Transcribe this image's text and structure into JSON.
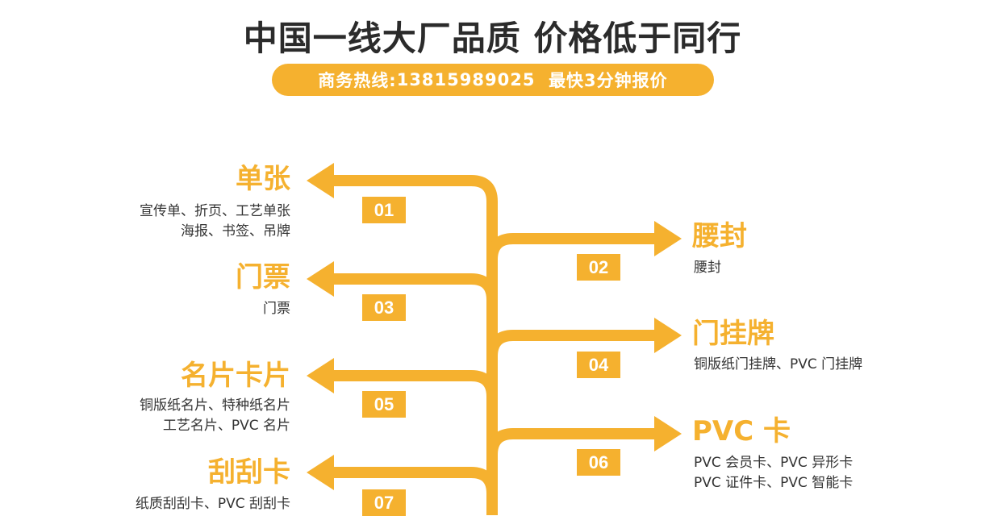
{
  "header": {
    "title": "中国一线大厂品质 价格低于同行",
    "hotline_label": "商务热线:",
    "hotline_number": "13815989025",
    "hotline_note": "最快3分钟报价"
  },
  "colors": {
    "accent": "#f5b12f",
    "title_text": "#2b2b2b",
    "body_text": "#333333"
  },
  "left_items": [
    {
      "num": "01",
      "title": "单张",
      "lines": [
        "宣传单、折页、工艺单张",
        "海报、书签、吊牌"
      ]
    },
    {
      "num": "03",
      "title": "门票",
      "lines": [
        "门票"
      ]
    },
    {
      "num": "05",
      "title": "名片卡片",
      "lines": [
        "铜版纸名片、特种纸名片",
        "工艺名片、PVC 名片"
      ]
    },
    {
      "num": "07",
      "title": "刮刮卡",
      "lines": [
        "纸质刮刮卡、PVC 刮刮卡"
      ]
    }
  ],
  "right_items": [
    {
      "num": "02",
      "title": "腰封",
      "lines": [
        "腰封"
      ]
    },
    {
      "num": "04",
      "title": "门挂牌",
      "lines": [
        "铜版纸门挂牌、PVC 门挂牌"
      ]
    },
    {
      "num": "06",
      "title": "PVC 卡",
      "lines": [
        "PVC 会员卡、PVC 异形卡",
        "PVC 证件卡、PVC 智能卡"
      ]
    }
  ]
}
